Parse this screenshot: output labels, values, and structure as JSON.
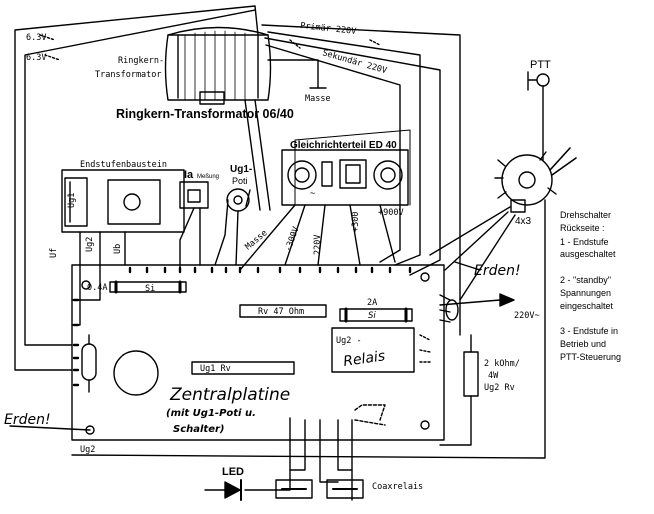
{
  "labels": {
    "v63_top": "6.3V",
    "v63_bottom": "6.3V",
    "primaer": "Primär 220V",
    "sekundaer": "Sekundär 220V",
    "ringkern_line1": "Ringkern-",
    "ringkern_line2": "Transformator",
    "masse_top": "Masse",
    "title": "Ringkern-Transformator 06/40",
    "gleichrichter": "Gleichrichterteil ED 40",
    "endstufe": "Endstufenbaustein",
    "ia": "Ia",
    "messung": "Meßung",
    "ug1poti_line1": "Ug1-",
    "ug1poti_line2": "Poti",
    "ptt": "PTT",
    "w43": "4x3",
    "drehschalter_1": "Drehschalter",
    "drehschalter_2": "Rückseite :",
    "drehschalter_3": "1 - Endstufe",
    "drehschalter_4": "ausgeschaltet",
    "drehschalter_5": "2 - \"standby\"",
    "drehschalter_6": "Spannungen",
    "drehschalter_7": "eingeschaltet",
    "drehschalter_8": "3 - Endstufe in",
    "drehschalter_9": "Betrieb und",
    "drehschalter_10": "PTT-Steuerung",
    "ug1_box": "Ug1",
    "uf": "Uf",
    "ug2": "Ug2",
    "ub": "Ub",
    "masse_wire": "Masse",
    "minus300": "-300V",
    "v220": "220V",
    "plus300": "+300",
    "plus900": "+900V",
    "erden_right": "Erden!",
    "fuse_04a": "0.4A",
    "si1": "Si",
    "rv47": "Rv 47 Ohm",
    "a2": "2A",
    "si2": "Si",
    "v220_out": "220V~",
    "ug2_relais": "Ug2 -",
    "relais": "Relais",
    "ug1rv": "Ug1 Rv",
    "zentral": "Zentralplatine",
    "mit_ug1": "(mit Ug1-Poti u.",
    "schalter": "Schalter)",
    "erden_left": "Erden!",
    "kohm": "2 kOhm/",
    "w4": "4W",
    "ug2rv": "Ug2 Rv",
    "ug2_bottom": "Ug2",
    "led": "LED",
    "coaxrelais": "Coaxrelais",
    "tilde": "~"
  },
  "colors": {
    "ink": "#000000",
    "paper": "#ffffff"
  }
}
